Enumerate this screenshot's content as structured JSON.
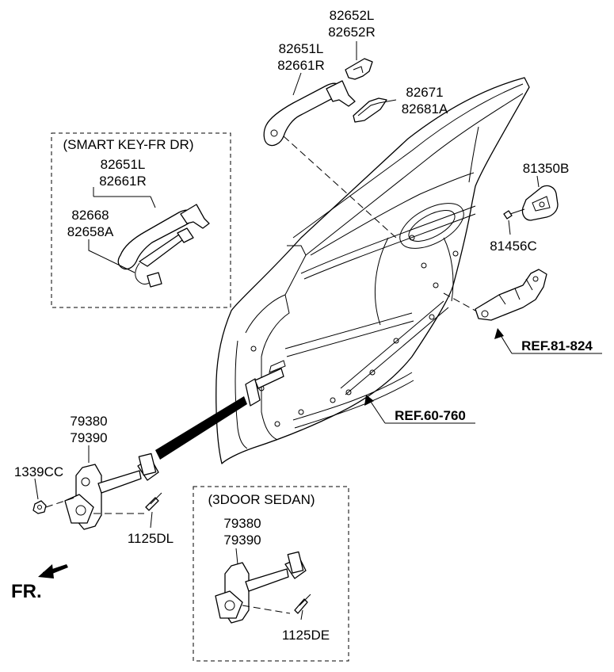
{
  "labels": {
    "handle_cover_lr": [
      "82652L",
      "82652R"
    ],
    "outside_handle_lr": [
      "82651L",
      "82661R"
    ],
    "handle_pad": [
      "82671",
      "82681A"
    ],
    "smart_key_box_title": "(SMART KEY-FR DR)",
    "smart_handle_lr": [
      "82651L",
      "82661R"
    ],
    "smart_sensor": [
      "82668",
      "82658A"
    ],
    "striker": "81350B",
    "striker_bolt": "81456C",
    "ref_latch": "REF.81-824",
    "ref_door": "REF.60-760",
    "checker": [
      "79380",
      "79390"
    ],
    "nut": "1339CC",
    "checker_bolt": "1125DL",
    "sedan_box_title": "(3DOOR SEDAN)",
    "sedan_checker": [
      "79380",
      "79390"
    ],
    "sedan_bolt": "1125DE",
    "front_marker": "FR."
  }
}
